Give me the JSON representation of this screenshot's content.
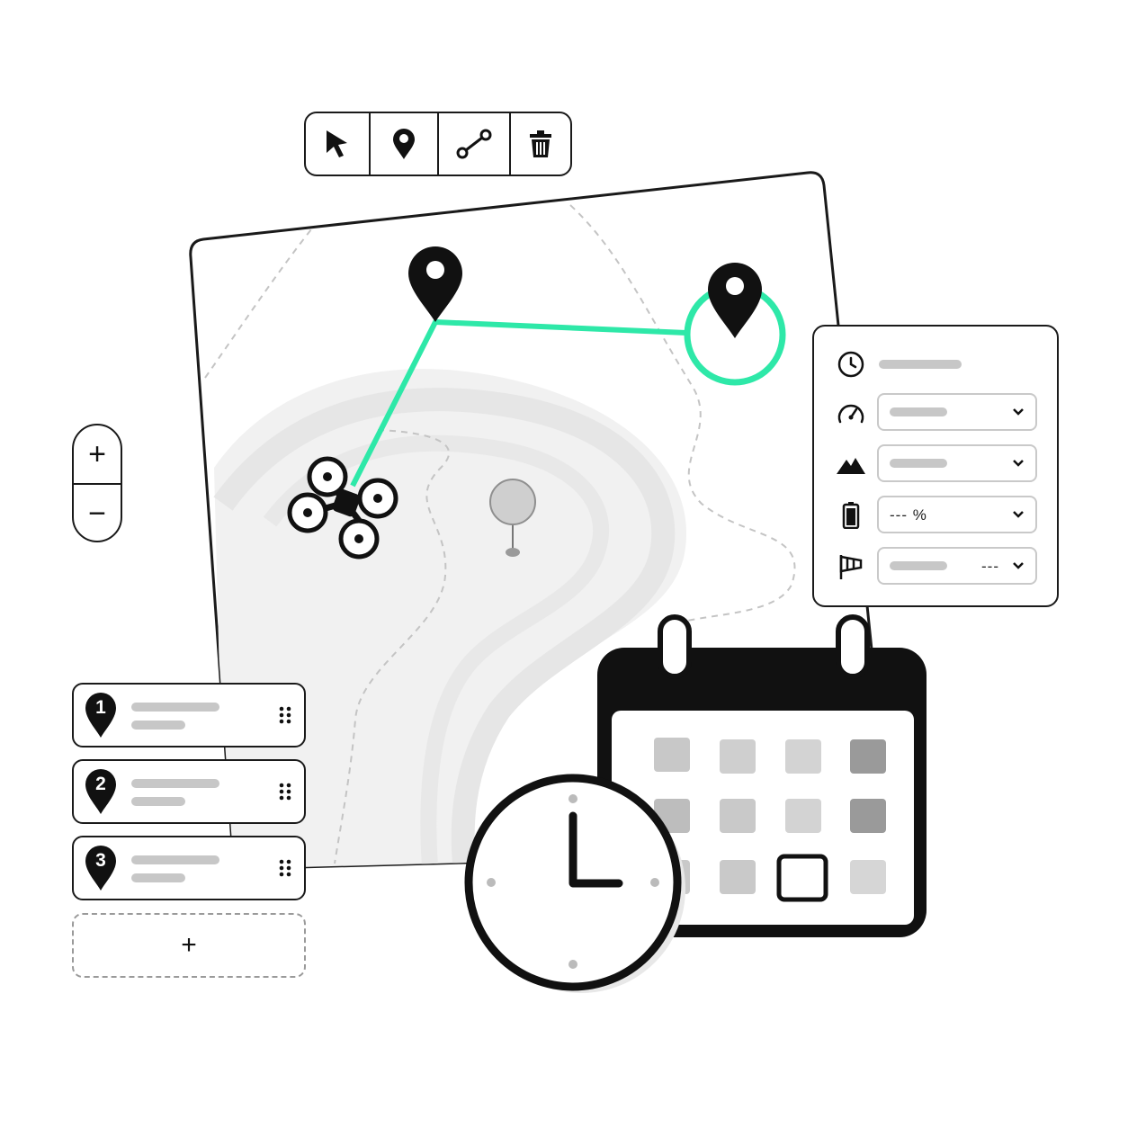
{
  "toolbar": {
    "tools": [
      {
        "name": "select-tool",
        "icon": "cursor-arrow-icon"
      },
      {
        "name": "waypoint-tool",
        "icon": "map-pin-icon"
      },
      {
        "name": "path-tool",
        "icon": "path-line-icon"
      },
      {
        "name": "delete-tool",
        "icon": "trash-icon"
      }
    ]
  },
  "zoom": {
    "in_label": "+",
    "out_label": "−"
  },
  "waypoints": [
    {
      "number": "1"
    },
    {
      "number": "2"
    },
    {
      "number": "3"
    }
  ],
  "add_waypoint_label": "+",
  "settings": {
    "rows": [
      {
        "icon": "clock-icon"
      },
      {
        "icon": "speedometer-icon"
      },
      {
        "icon": "mountain-altitude-icon"
      },
      {
        "icon": "battery-icon",
        "value": "--- %"
      },
      {
        "icon": "windsock-icon",
        "value": "---"
      }
    ]
  },
  "colors": {
    "accent": "#2ee8a8",
    "ink": "#111111",
    "placeholder": "#c7c7c7",
    "map_shade": "#f2f2f2"
  }
}
